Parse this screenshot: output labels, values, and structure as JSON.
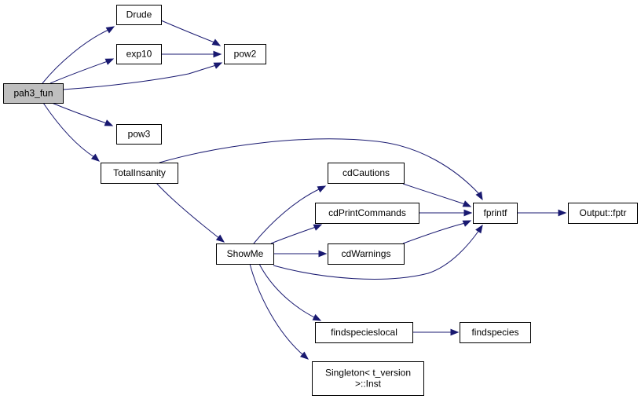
{
  "colors": {
    "edge": "#191970",
    "node_border": "#000000",
    "node_fill": "#ffffff",
    "root_fill": "#bfbfbf"
  },
  "nodes": [
    {
      "id": "pah3_fun",
      "lines": [
        "pah3_fun"
      ],
      "root": true
    },
    {
      "id": "Drude",
      "lines": [
        "Drude"
      ]
    },
    {
      "id": "exp10",
      "lines": [
        "exp10"
      ]
    },
    {
      "id": "pow2",
      "lines": [
        "pow2"
      ]
    },
    {
      "id": "pow3",
      "lines": [
        "pow3"
      ]
    },
    {
      "id": "TotalInsanity",
      "lines": [
        "TotalInsanity"
      ]
    },
    {
      "id": "fprintf",
      "lines": [
        "fprintf"
      ]
    },
    {
      "id": "Output_fptr",
      "lines": [
        "Output::fptr"
      ]
    },
    {
      "id": "ShowMe",
      "lines": [
        "ShowMe"
      ]
    },
    {
      "id": "cdCautions",
      "lines": [
        "cdCautions"
      ]
    },
    {
      "id": "cdPrintCommands",
      "lines": [
        "cdPrintCommands"
      ]
    },
    {
      "id": "cdWarnings",
      "lines": [
        "cdWarnings"
      ]
    },
    {
      "id": "findspecieslocal",
      "lines": [
        "findspecieslocal"
      ]
    },
    {
      "id": "findspecies",
      "lines": [
        "findspecies"
      ]
    },
    {
      "id": "Singleton_Inst",
      "lines": [
        "Singleton< t_version",
        ">::Inst"
      ]
    }
  ],
  "edges": [
    {
      "from": "pah3_fun",
      "to": "Drude"
    },
    {
      "from": "pah3_fun",
      "to": "exp10"
    },
    {
      "from": "pah3_fun",
      "to": "pow2"
    },
    {
      "from": "pah3_fun",
      "to": "pow3"
    },
    {
      "from": "pah3_fun",
      "to": "TotalInsanity"
    },
    {
      "from": "Drude",
      "to": "pow2"
    },
    {
      "from": "exp10",
      "to": "pow2"
    },
    {
      "from": "TotalInsanity",
      "to": "fprintf"
    },
    {
      "from": "TotalInsanity",
      "to": "ShowMe"
    },
    {
      "from": "fprintf",
      "to": "Output_fptr"
    },
    {
      "from": "ShowMe",
      "to": "cdCautions"
    },
    {
      "from": "ShowMe",
      "to": "cdPrintCommands"
    },
    {
      "from": "ShowMe",
      "to": "cdWarnings"
    },
    {
      "from": "ShowMe",
      "to": "fprintf"
    },
    {
      "from": "ShowMe",
      "to": "findspecieslocal"
    },
    {
      "from": "ShowMe",
      "to": "Singleton_Inst"
    },
    {
      "from": "cdCautions",
      "to": "fprintf"
    },
    {
      "from": "cdPrintCommands",
      "to": "fprintf"
    },
    {
      "from": "cdWarnings",
      "to": "fprintf"
    },
    {
      "from": "findspecieslocal",
      "to": "findspecies"
    }
  ]
}
